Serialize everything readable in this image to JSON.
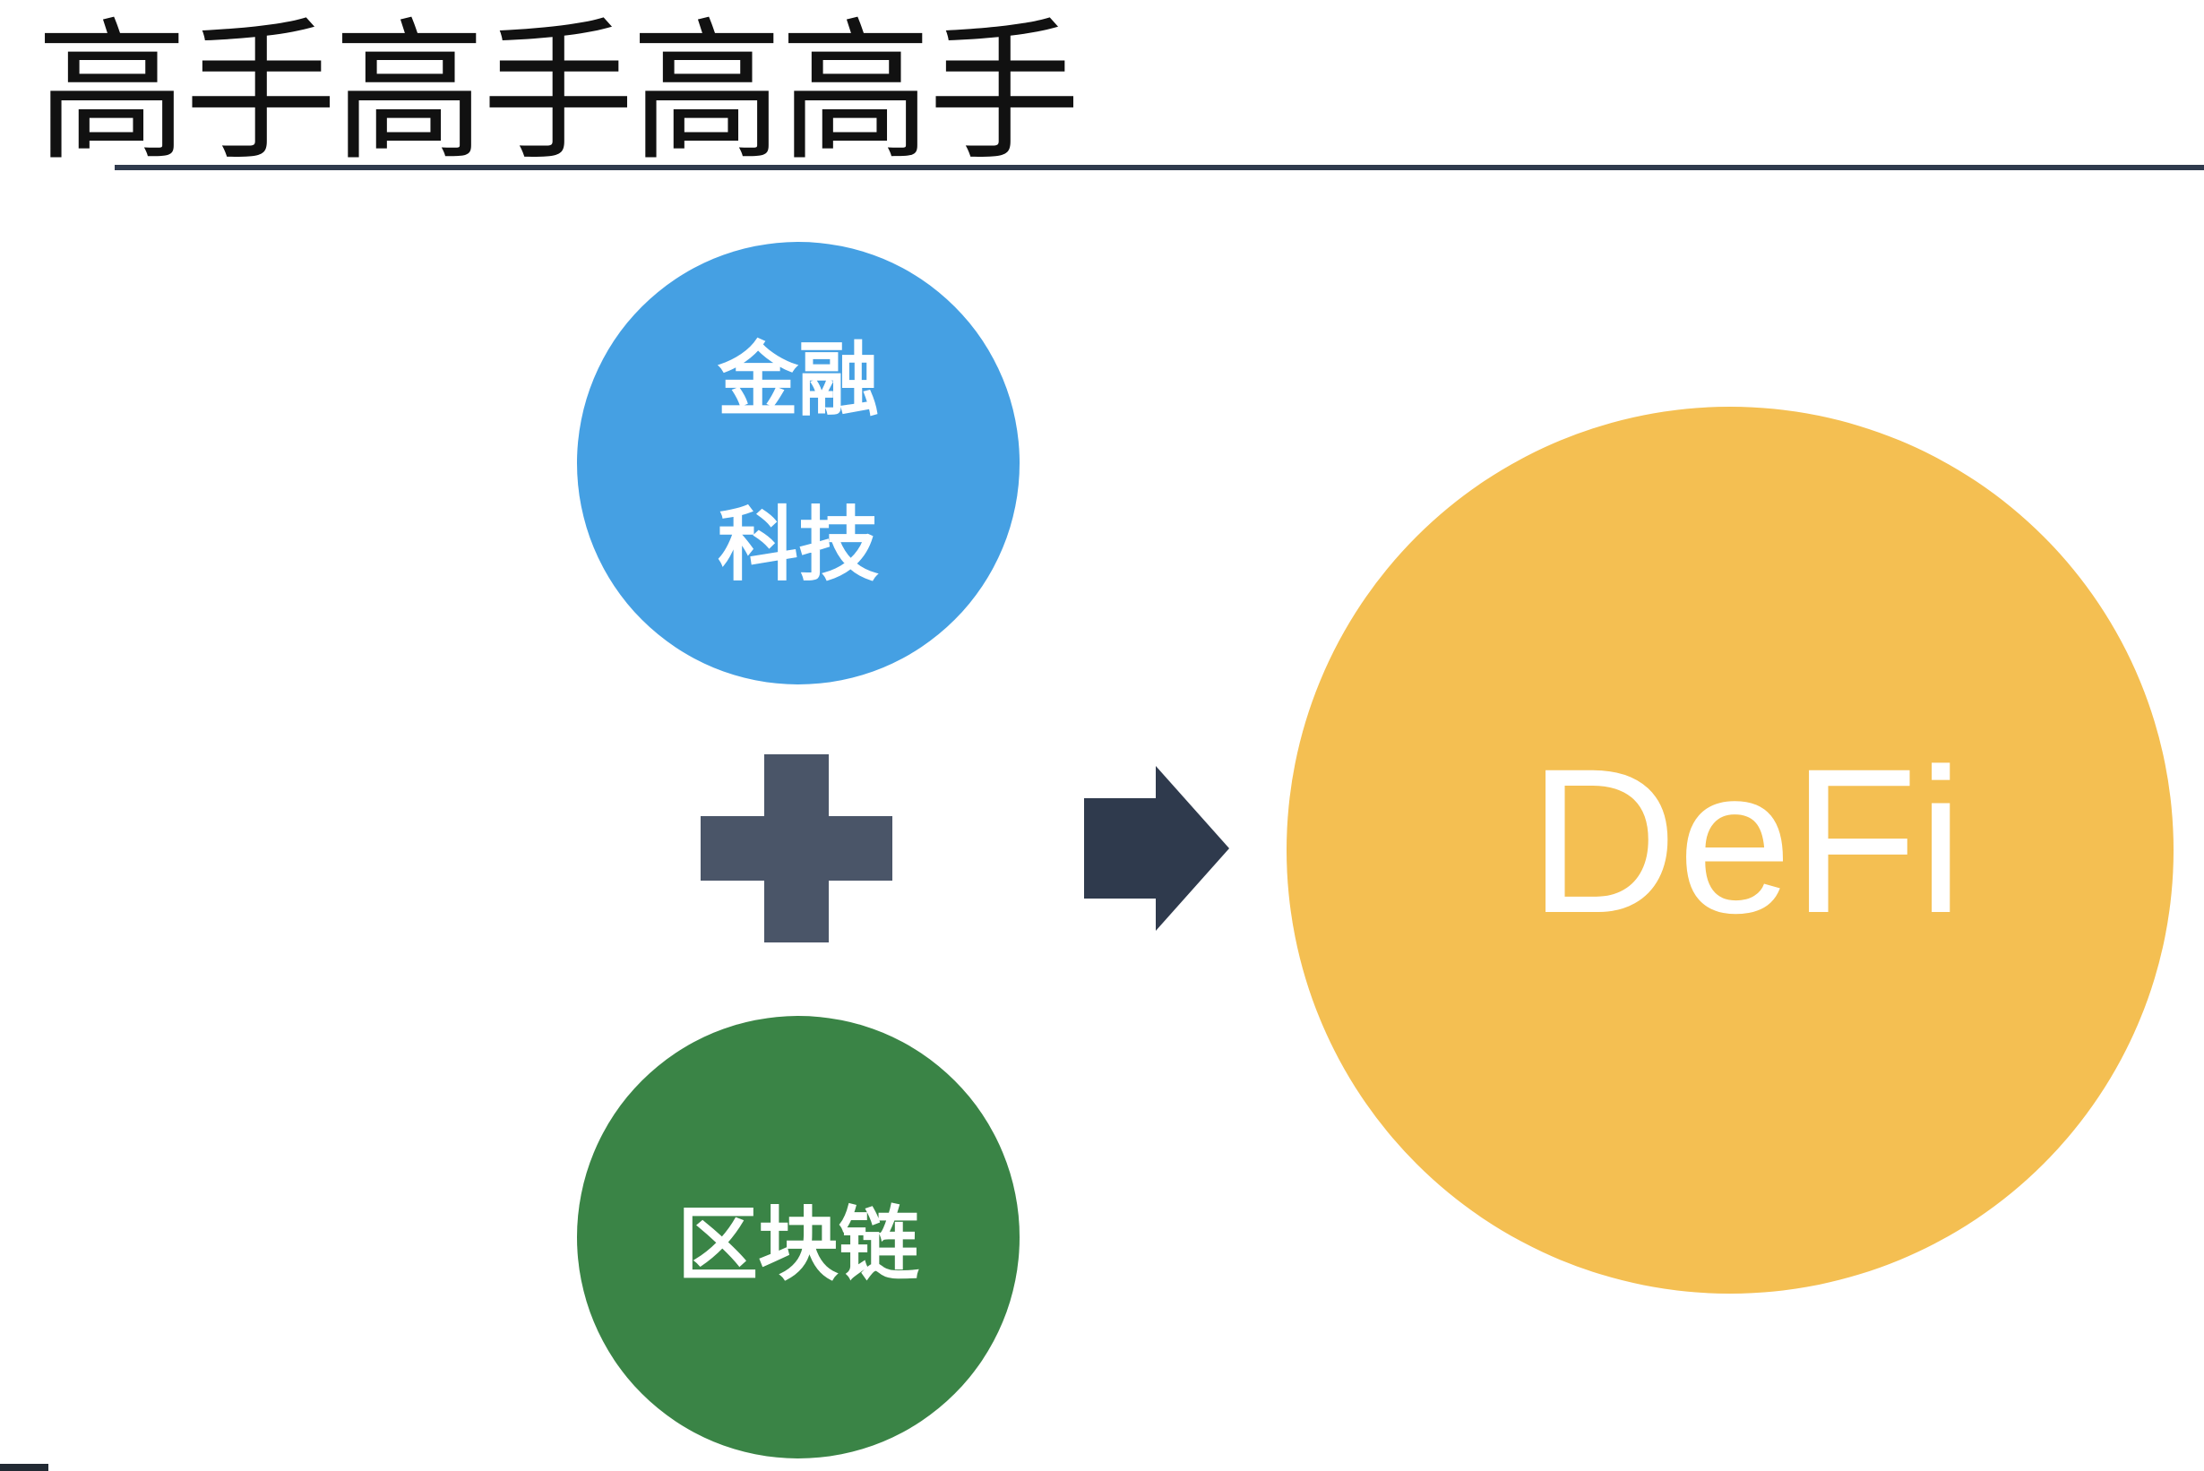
{
  "slide": {
    "title": "高手高手高高手"
  },
  "diagram": {
    "fintech_circle": {
      "line1": "金融",
      "line2": "科技",
      "color": "#45a0e3"
    },
    "blockchain_circle": {
      "label": "区块链",
      "color": "#3a8446"
    },
    "defi_circle": {
      "label": "DeFi",
      "color": "#f4bf52"
    },
    "operator_icon": "plus-icon",
    "result_icon": "arrow-right-icon",
    "operator_color": "#4a5568",
    "arrow_color": "#2f3a4d"
  }
}
